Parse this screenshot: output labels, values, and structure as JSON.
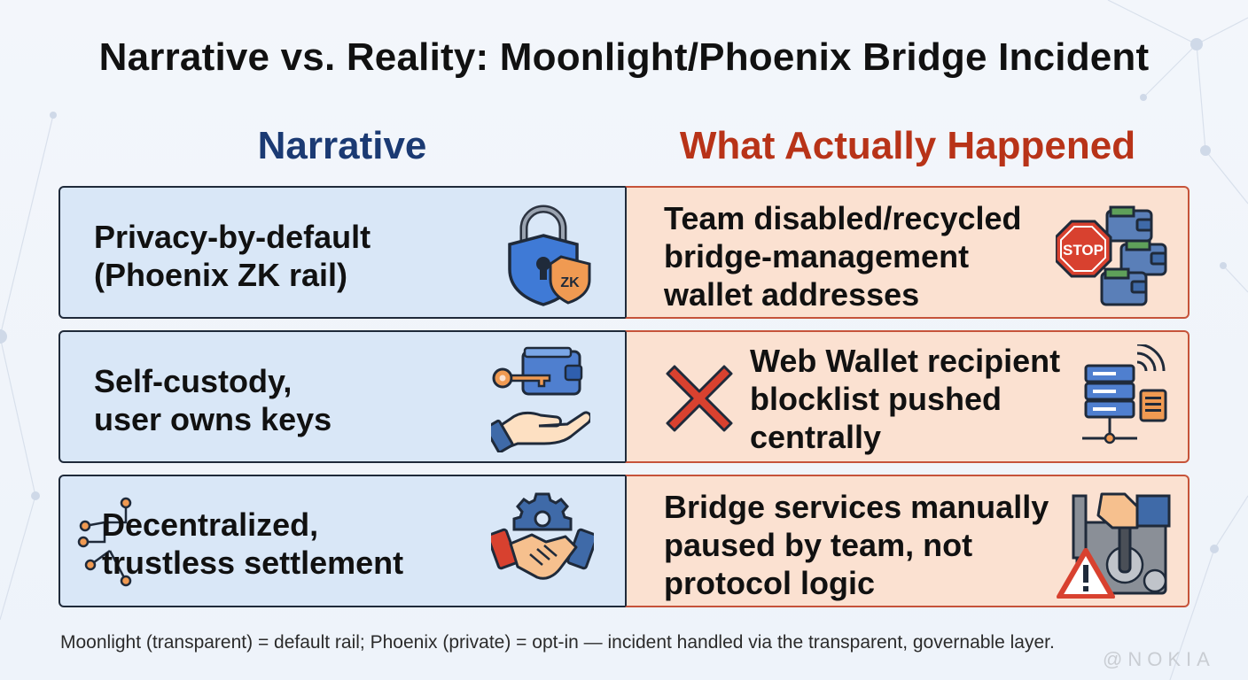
{
  "title": "Narrative vs. Reality: Moonlight/Phoenix Bridge Incident",
  "columns": {
    "left": "Narrative",
    "right": "What Actually Happened"
  },
  "rows": [
    {
      "narrative": [
        "Privacy-by-default",
        "(Phoenix ZK rail)"
      ],
      "narrative_icon": "shield-lock-icon",
      "badge": "ZK",
      "reality": [
        "Team disabled/recycled",
        "bridge-management",
        "wallet addresses"
      ],
      "reality_icon": "stop-wallets-icon",
      "stop_label": "STOP"
    },
    {
      "narrative": [
        "Self-custody,",
        "user owns keys"
      ],
      "narrative_icon": "wallet-key-hand-icon",
      "reality": [
        "Web Wallet recipient",
        "blocklist pushed",
        "centrally"
      ],
      "reality_icon": "server-broadcast-icon",
      "reality_marker": "red-x-icon"
    },
    {
      "narrative": [
        "Decentralized,",
        "trustless settlement"
      ],
      "narrative_icon": "handshake-gear-icon",
      "reality": [
        "Bridge services manually",
        "paused by team, not",
        "protocol logic"
      ],
      "reality_icon": "manual-lever-warning-icon"
    }
  ],
  "footnote": "Moonlight (transparent) = default rail; Phoenix (private) = opt-in — incident handled via the transparent, governable layer.",
  "watermark": "@NOKIA",
  "colors": {
    "narrative_heading": "#1b3a73",
    "reality_heading": "#b83318",
    "narrative_fill": "#d9e7f7",
    "reality_fill": "#fbe1d1",
    "reality_border": "#c6533a"
  }
}
